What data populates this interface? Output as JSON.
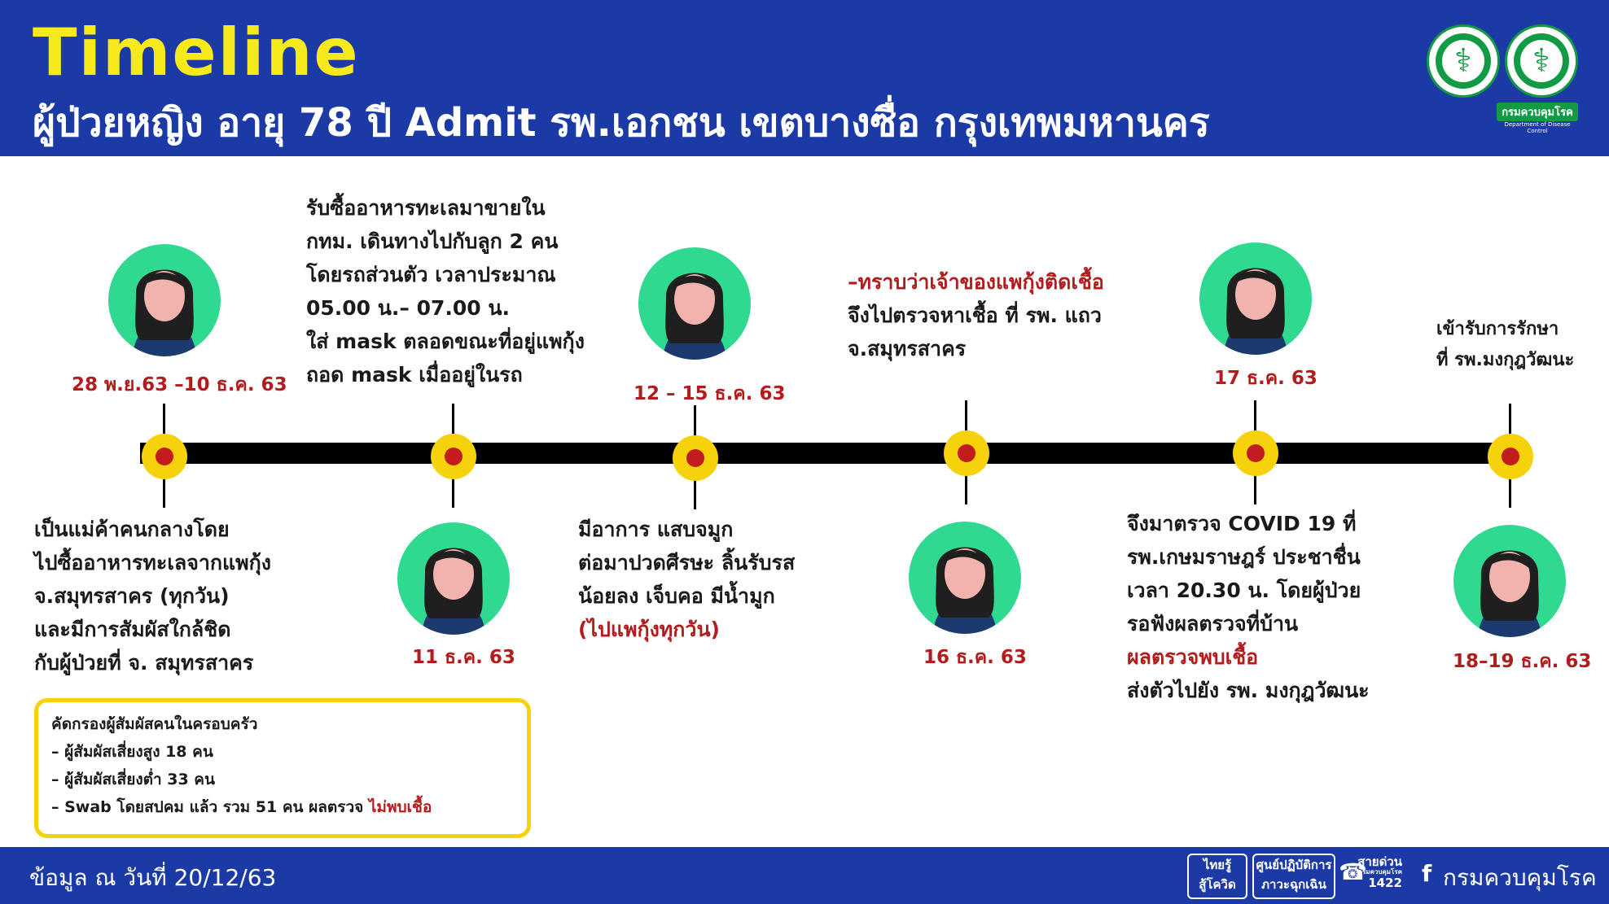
{
  "header": {
    "title": "Timeline",
    "subtitle": "ผู้ป่วยหญิง อายุ 78 ปี Admit รพ.เอกชน เขตบางซื่อ กรุงเทพมหานคร",
    "logo_caption": "กรมควบคุมโรค",
    "logo_caption_en": "Department of Disease Control"
  },
  "colors": {
    "header_bg": "#1c3aa6",
    "title": "#f7ea1c",
    "accent_red": "#b31c1c",
    "dot_outer": "#f6d20d",
    "avatar_bg": "#2fd98f"
  },
  "events": [
    {
      "date": "28 พ.ย.63 –10 ธ.ค. 63",
      "text": [
        {
          "t": "เป็นแม่ค้าคนกลางโดย"
        },
        {
          "t": "ไปซื้ออาหารทะเลจากแพกุ้ง"
        },
        {
          "t": "จ.สมุทรสาคร (ทุกวัน)"
        },
        {
          "t": "และมีการสัมผัสใกล้ชิด"
        },
        {
          "t": "กับผู้ป่วยที่ จ. สมุทรสาคร"
        }
      ]
    },
    {
      "date": "11 ธ.ค. 63",
      "text": [
        {
          "t": "รับซื้ออาหารทะเลมาขายใน"
        },
        {
          "t": "กทม. เดินทางไปกับลูก 2 คน"
        },
        {
          "t": "โดยรถส่วนตัว เวลาประมาณ"
        },
        {
          "t": "05.00 น.– 07.00 น."
        },
        {
          "t": "ใส่ mask ตลอดขณะที่อยู่แพกุ้ง"
        },
        {
          "t": "ถอด mask เมื่ออยู่ในรถ"
        }
      ]
    },
    {
      "date": "12 – 15 ธ.ค. 63",
      "text": [
        {
          "t": "มีอาการ แสบจมูก"
        },
        {
          "t": "ต่อมาปวดศีรษะ ลิ้นรับรส"
        },
        {
          "t": "น้อยลง เจ็บคอ มีน้ำมูก"
        },
        {
          "t": "(ไปแพกุ้งทุกวัน)",
          "red": true
        }
      ]
    },
    {
      "date": "16 ธ.ค. 63",
      "text": [
        {
          "t": "–ทราบว่าเจ้าของแพกุ้งติดเชื้อ",
          "red": true
        },
        {
          "t": "จึงไปตรวจหาเชื้อ ที่ รพ. แถว"
        },
        {
          "t": "จ.สมุทรสาคร"
        }
      ]
    },
    {
      "date": "17 ธ.ค. 63",
      "text": [
        {
          "t": "จึงมาตรวจ COVID 19 ที่"
        },
        {
          "t": "รพ.เกษมราษฎร์ ประชาชื่น"
        },
        {
          "t": "เวลา 20.30 น. โดยผู้ป่วย"
        },
        {
          "t": "รอฟังผลตรวจที่บ้าน"
        },
        {
          "t": "ผลตรวจพบเชื้อ",
          "red": true
        },
        {
          "t": "ส่งตัวไปยัง รพ. มงกุฎวัฒนะ"
        }
      ]
    },
    {
      "date": "18–19 ธ.ค. 63",
      "text": [
        {
          "t": "เข้ารับการรักษา"
        },
        {
          "t": "ที่ รพ.มงกุฎวัฒนะ"
        }
      ]
    }
  ],
  "screening": {
    "title": "คัดกรองผู้สัมผัสคนในครอบครัว",
    "line1": "– ผู้สัมผัสเสี่ยงสูง 18 คน",
    "line2": "– ผู้สัมผัสเสี่ยงต่ำ 33 คน",
    "line3_prefix": "– Swab โดยสปคม แล้ว รวม 51 คน ผลตรวจ ",
    "line3_result": "ไม่พบเชื้อ"
  },
  "footer": {
    "data_date": "ข้อมูล ณ วันที่ 20/12/63",
    "badge1_top": "ไทยรู้",
    "badge1_bottom": "สู้โควิด",
    "badge2_top": "ศูนย์ปฏิบัติการ",
    "badge2_bottom": "ภาวะฉุกเฉิน",
    "hotline_label": "สายด่วน",
    "hotline_org": "กรมควบคุมโรค",
    "hotline_number": "1422",
    "fb_icon": "f",
    "fb_name": "กรมควบคุมโรค"
  }
}
